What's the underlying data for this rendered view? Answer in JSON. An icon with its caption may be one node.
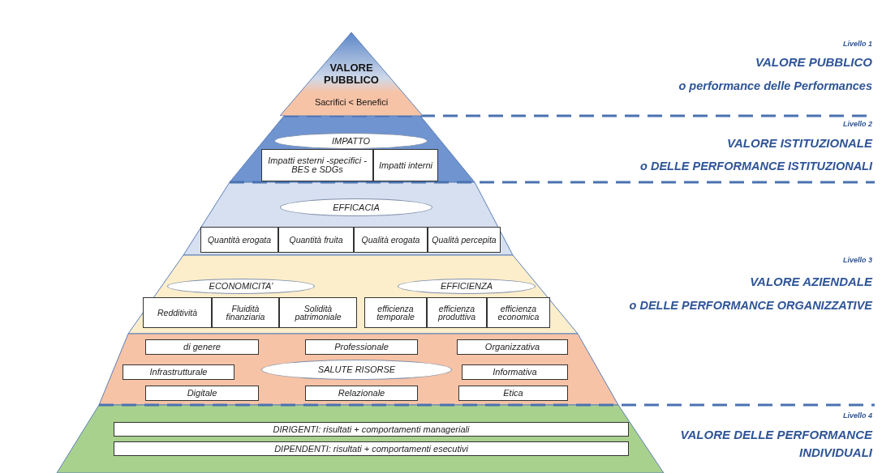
{
  "diagram": {
    "nodes": [
      {
        "text": [
          "VALORE PUBBLICO",
          "Sacrifici < Benefici"
        ]
      },
      {
        "text": [
          "IMPATTO"
        ]
      },
      {
        "text": [
          "Impatti esterni -specifici -BES e SDGs"
        ]
      },
      {
        "text": [
          "Impatti interni"
        ]
      },
      {
        "text": [
          "EFFICACIA"
        ]
      },
      {
        "text": [
          "Quantità erogata"
        ]
      },
      {
        "text": [
          "Quantità fruita"
        ]
      },
      {
        "text": [
          "Qualità erogata"
        ]
      },
      {
        "text": [
          "Qualità percepita"
        ]
      },
      {
        "text": [
          "ECONOMICITA’"
        ]
      },
      {
        "text": [
          "EFFICIENZA"
        ]
      },
      {
        "text": [
          "Redditività"
        ]
      },
      {
        "text": [
          "Fluidità finanziaria"
        ]
      },
      {
        "text": [
          "Solidità patrimoniale"
        ]
      },
      {
        "text": [
          "efficienza temporale"
        ]
      },
      {
        "text": [
          "efficienza produttiva"
        ]
      },
      {
        "text": [
          "efficienza economica"
        ]
      },
      {
        "text": [
          "di genere"
        ]
      },
      {
        "text": [
          "Professionale"
        ]
      },
      {
        "text": [
          "Organizzativa"
        ]
      },
      {
        "text": [
          "Infrastrutturale"
        ]
      },
      {
        "text": [
          "SALUTE RISORSE"
        ]
      },
      {
        "text": [
          "Informativa"
        ]
      },
      {
        "text": [
          "Digitale"
        ]
      },
      {
        "text": [
          "Relazionale"
        ]
      },
      {
        "text": [
          "Etica"
        ]
      },
      {
        "text": [
          "DIRIGENTI: risultati + comportamenti manageriali"
        ]
      },
      {
        "text": [
          "DIPENDENTI: risultati + comportamenti esecutivi"
        ]
      }
    ],
    "labels": [
      "Livello 1",
      "VALORE PUBBLICO",
      "o performance delle Performances",
      "Livello 2",
      "VALORE ISTITUZIONALE",
      "o DELLE PERFORMANCE ISTITUZIONALI",
      "Livello 3",
      "VALORE AZIENDALE",
      "o DELLE PERFORMANCE ORGANIZZATIVE",
      "Livello 4",
      "VALORE DELLE PERFORMANCE INDIVIDUALI"
    ]
  }
}
